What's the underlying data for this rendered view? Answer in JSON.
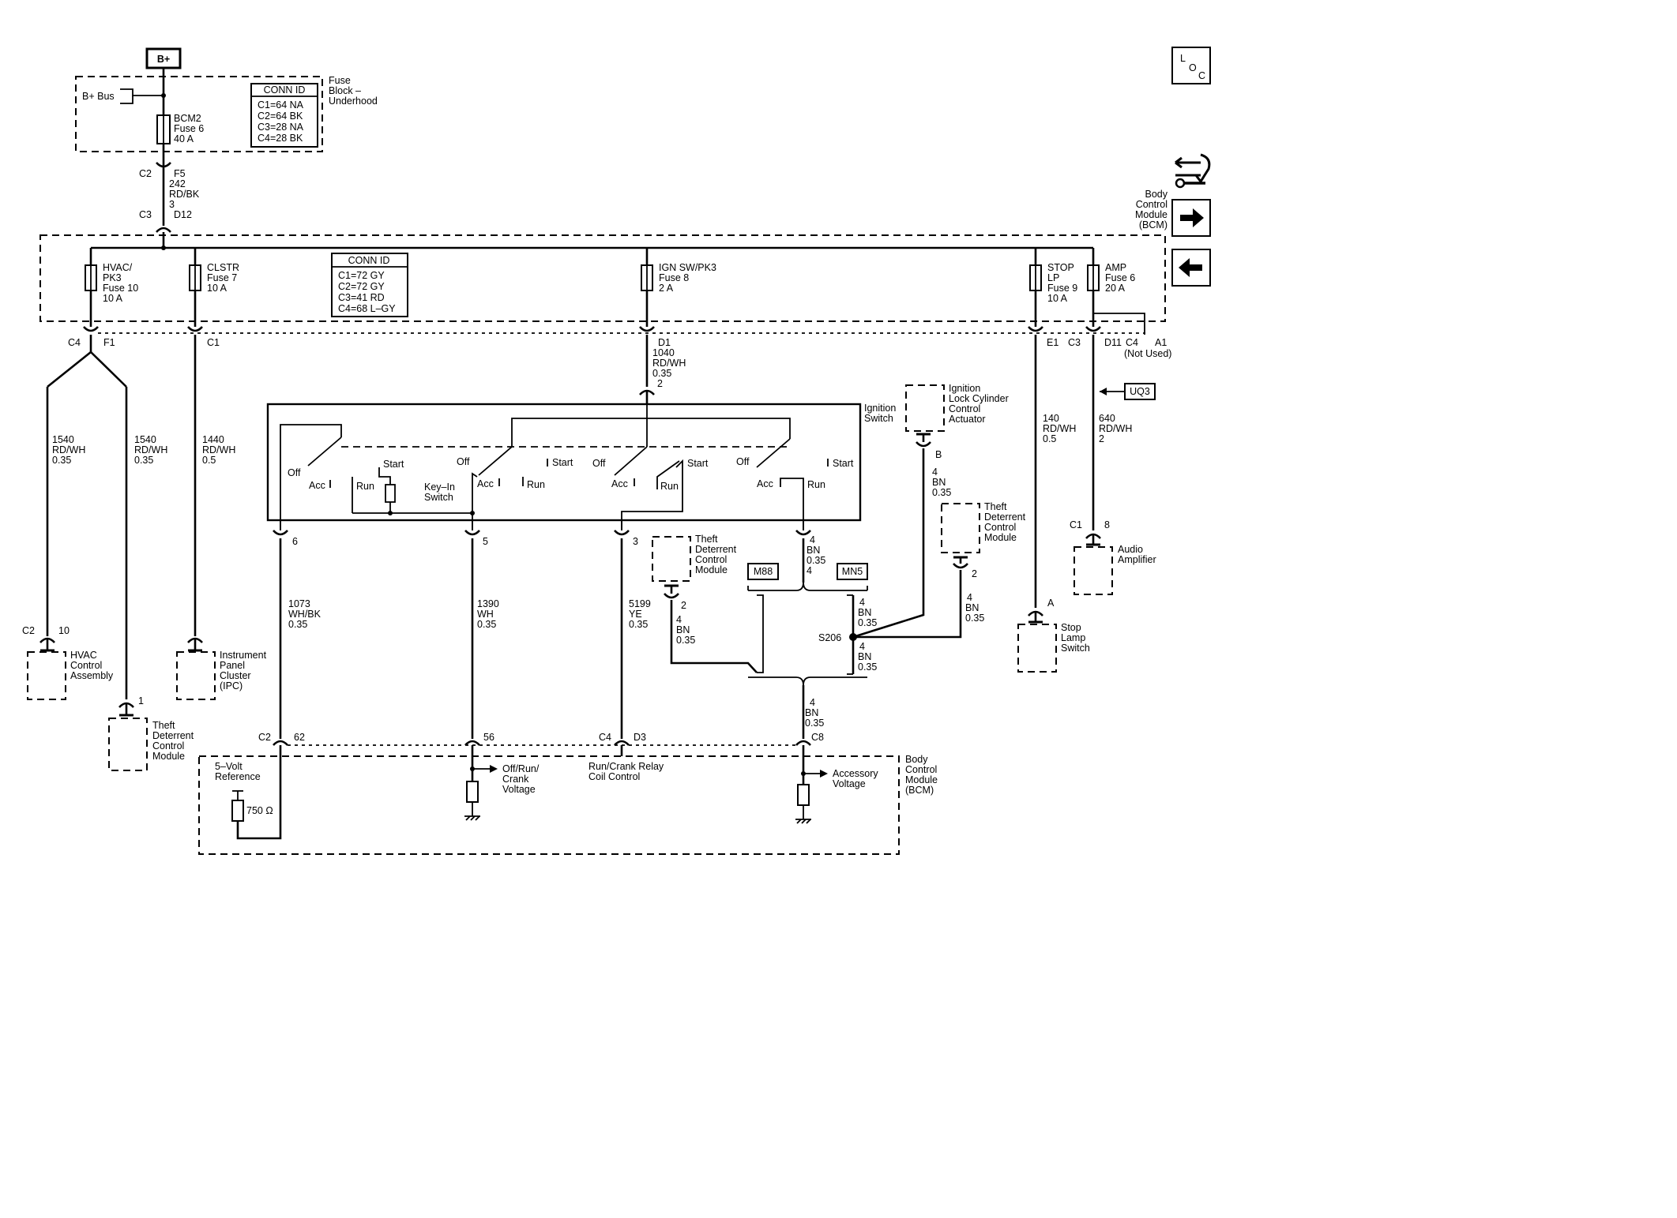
{
  "supply": {
    "bplus": "B+",
    "bus": "B+ Bus"
  },
  "fuse_block": {
    "label": [
      "Fuse",
      "Block –",
      "Underhood"
    ],
    "fuse": [
      "BCM2",
      "Fuse 6",
      "40 A"
    ],
    "conn_title": "CONN ID",
    "conn": [
      "C1=64 NA",
      "C2=64 BK",
      "C3=28 NA",
      "C4=28 BK"
    ]
  },
  "feed": {
    "top_conn": "C2",
    "top_pin": "F5",
    "wire": [
      "242",
      "RD/BK",
      "3"
    ],
    "bot_conn": "C3",
    "bot_pin": "D12"
  },
  "bcm_top": {
    "conn_title": "CONN ID",
    "conn": [
      "C1=72 GY",
      "C2=72 GY",
      "C3=41 RD",
      "C4=68 L–GY"
    ],
    "fuses": [
      [
        "HVAC/",
        "PK3",
        "Fuse 10",
        "10 A"
      ],
      [
        "CLSTR",
        "Fuse 7",
        "10 A"
      ],
      [
        "IGN SW/PK3",
        "Fuse 8",
        "2 A"
      ],
      [
        "STOP",
        "LP",
        "Fuse 9",
        "10 A"
      ],
      [
        "AMP",
        "Fuse 6",
        "20 A"
      ]
    ],
    "label": [
      "Body",
      "Control",
      "Module",
      "(BCM)"
    ]
  },
  "out_pins": {
    "c4": "C4",
    "f1": "F1",
    "c1": "C1",
    "d1": "D1",
    "e1": "E1",
    "c3": "C3",
    "d11": "D11",
    "c4b": "C4",
    "a1": "A1",
    "not_used": "(Not Used)"
  },
  "wires": {
    "w1540a": [
      "1540",
      "RD/WH",
      "0.35"
    ],
    "w1540b": [
      "1540",
      "RD/WH",
      "0.35"
    ],
    "w1440": [
      "1440",
      "RD/WH",
      "0.5"
    ],
    "w1040": [
      "1040",
      "RD/WH",
      "0.35",
      "2"
    ],
    "w140": [
      "140",
      "RD/WH",
      "0.5"
    ],
    "w640": [
      "640",
      "RD/WH",
      "2"
    ],
    "w1073": [
      "1073",
      "WH/BK",
      "0.35"
    ],
    "w1390": [
      "1390",
      "WH",
      "0.35"
    ],
    "w5199": [
      "5199",
      "YE",
      "0.35"
    ],
    "w4a": [
      "4",
      "BN",
      "0.35",
      "4"
    ],
    "w4b": [
      "4",
      "BN",
      "0.35"
    ],
    "w4c": [
      "4",
      "BN",
      "0.35"
    ],
    "w4d": [
      "4",
      "BN",
      "0.35"
    ],
    "w4e": [
      "4",
      "BN",
      "0.35"
    ],
    "w4f": [
      "4",
      "BN",
      "0.35"
    ],
    "w4g": [
      "4",
      "BN",
      "0.35"
    ]
  },
  "uq3": "UQ3",
  "ignition": {
    "title": [
      "Ignition",
      "Switch"
    ],
    "off": "Off",
    "acc": "Acc",
    "run": "Run",
    "start": "Start",
    "keyin": [
      "Key–In",
      "Switch"
    ],
    "pins": [
      "6",
      "5",
      "3",
      "4"
    ]
  },
  "actuator": {
    "label": [
      "Ignition",
      "Lock Cylinder",
      "Control",
      "Actuator"
    ],
    "pin": "B"
  },
  "tdcm_mid": {
    "label": [
      "Theft",
      "Deterrent",
      "Control",
      "Module"
    ],
    "pin": "2"
  },
  "tdcm_right": {
    "label": [
      "Theft",
      "Deterrent",
      "Control",
      "Module"
    ],
    "pin": "2"
  },
  "tdcm_left": {
    "label": [
      "Theft",
      "Deterrent",
      "Control",
      "Module"
    ],
    "pin": "1"
  },
  "hvac": {
    "label": [
      "HVAC",
      "Control",
      "Assembly"
    ],
    "conn": "C2",
    "pin": "10"
  },
  "ipc": {
    "label": [
      "Instrument",
      "Panel",
      "Cluster",
      "(IPC)"
    ]
  },
  "stop_lamp": {
    "label": [
      "Stop",
      "Lamp",
      "Switch"
    ],
    "pin": "A"
  },
  "audio": {
    "label": [
      "Audio",
      "Amplifier"
    ],
    "conn": "C1",
    "pin": "8"
  },
  "options": {
    "m88": "M88",
    "mn5": "MN5"
  },
  "splice": "S206",
  "bcm_bottom": {
    "label": [
      "Body",
      "Control",
      "Module",
      "(BCM)"
    ],
    "c2": "C2",
    "p62": "62",
    "p56": "56",
    "c4": "C4",
    "d3": "D3",
    "c8": "C8",
    "ref": [
      "5–Volt",
      "Reference"
    ],
    "res": "750 Ω",
    "offrun": [
      "Off/Run/",
      "Crank",
      "Voltage"
    ],
    "relay": [
      "Run/Crank Relay",
      "Coil Control"
    ],
    "acc": [
      "Accessory",
      "Voltage"
    ]
  },
  "loc_icon": "loc-icon"
}
